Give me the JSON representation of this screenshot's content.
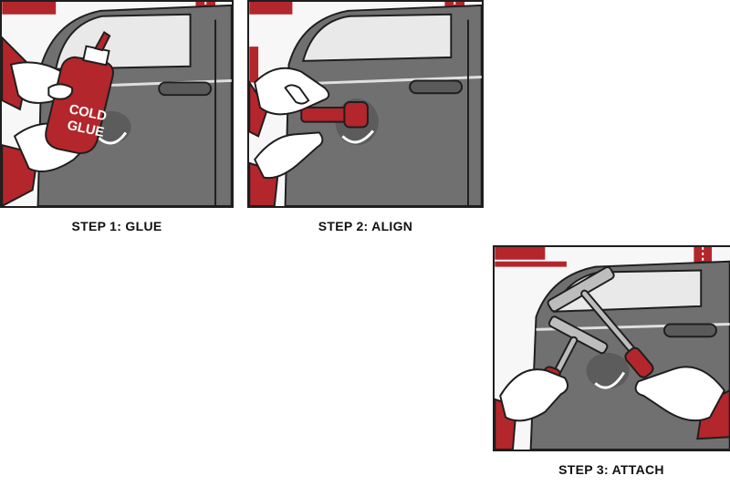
{
  "steps": [
    {
      "caption": "STEP 1: GLUE"
    },
    {
      "caption": "STEP 2: ALIGN",
      "tool_icon": "glue-tab-icon"
    },
    {
      "caption": "STEP 3: ATTACH",
      "tool_icon": "t-bar-puller-icon"
    }
  ],
  "bottle": {
    "label_line1": "COLD",
    "label_line2": "GLUE"
  },
  "colors": {
    "accent_red": "#b3262b",
    "car_gray": "#6f6f6f",
    "car_dark": "#555555",
    "outline": "#1e1e1e",
    "glove": "#ffffff",
    "tool_metal": "#bdbdbd"
  }
}
